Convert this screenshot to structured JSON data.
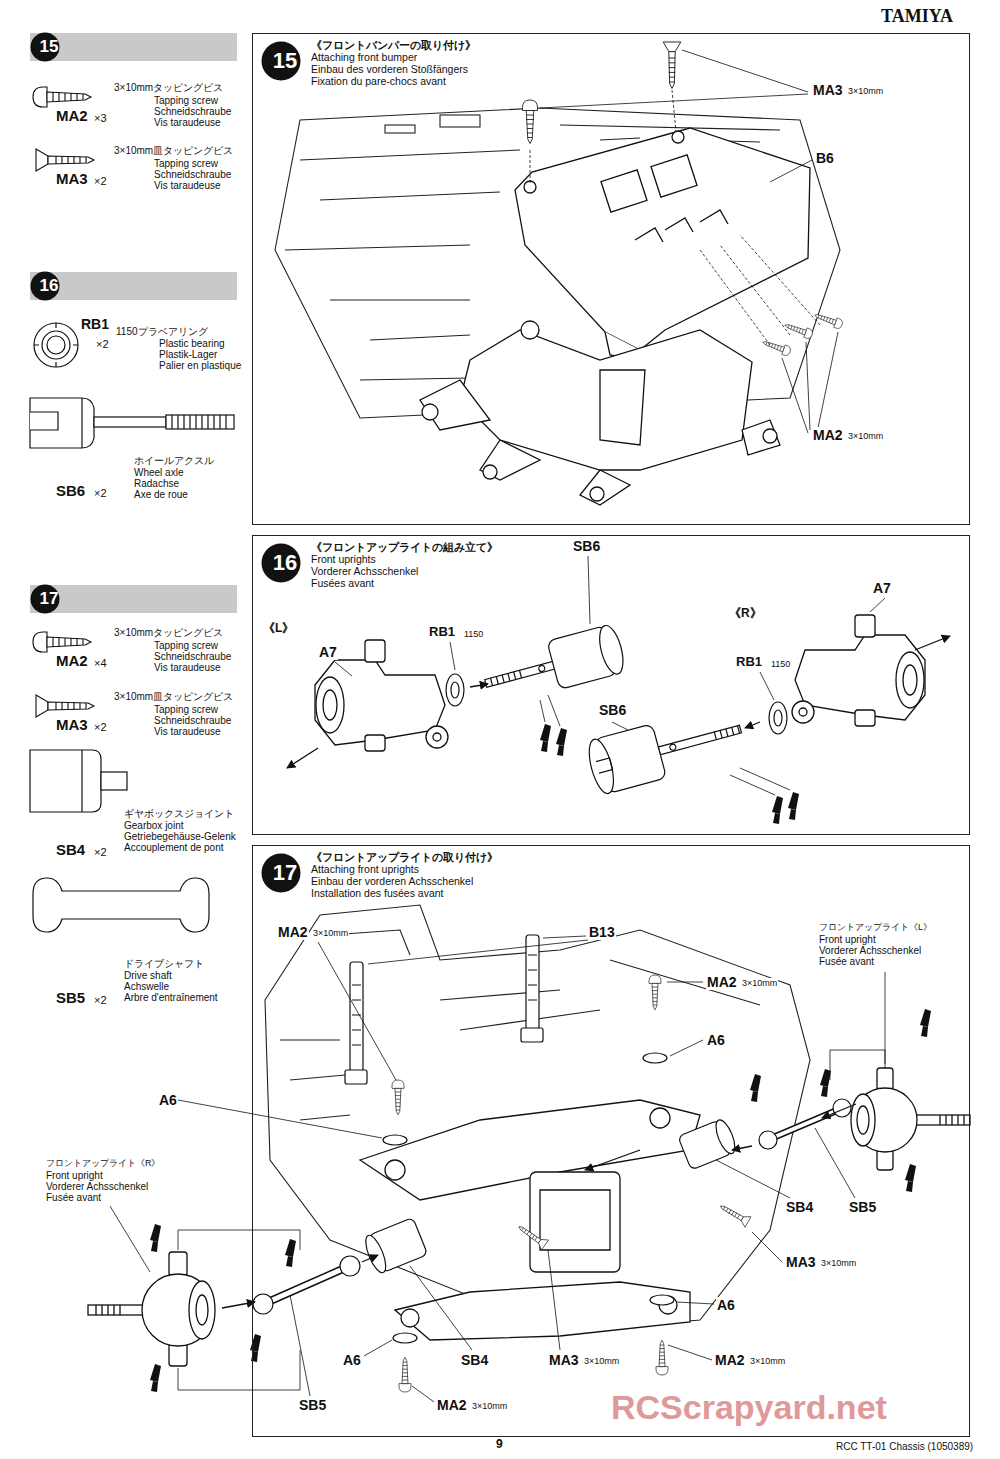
{
  "diagram": {
    "nodes": [
      {
        "text": [
          "15"
        ]
      },
      {
        "text": [
          "《フロントバンパーの取り付け》",
          "Attaching front bumper",
          "Einbau des vorderen Stoßfängers",
          "Fixation du pare-chocs avant"
        ]
      },
      {
        "text": [
          "15"
        ],
        "in": 1
      },
      {
        "text": [
          "16"
        ]
      },
      {
        "text": [
          "《フロントアップライトの組み立て》",
          "Front uprights",
          "Vorderer Achsschenkel",
          "Fusées avant"
        ]
      },
      {
        "text": [
          "16"
        ],
        "in": 4
      },
      {
        "text": [
          "17"
        ]
      },
      {
        "text": [
          "《フロントアップライトの取り付け》",
          "Attaching front uprights",
          "Einbau der vorderen Achsschenkel",
          "Installation des fusées avant"
        ]
      },
      {
        "text": [
          "17"
        ],
        "in": 7
      }
    ],
    "labels": [
      "TAMIYA",
      "3×10mmタッピングビス",
      "Tapping screw",
      "Schneidschraube",
      "Vis taraudeuse",
      "MA2",
      "×3",
      "3×10mm皿タッピングビス",
      "Tapping screw",
      "Schneidschraube",
      "Vis taraudeuse",
      "MA3",
      "×2",
      "RB1",
      "1150プラベアリング",
      "×2",
      "Plastic bearing",
      "Plastik-Lager",
      "Palier en plastique",
      "ホイールアクスル",
      "Wheel axle",
      "Radachse",
      "Axe de roue",
      "SB6",
      "×2",
      "3×10mmタッピングビス",
      "Tapping screw",
      "Schneidschraube",
      "Vis taraudeuse",
      "MA2",
      "×4",
      "3×10mm皿タッピングビス",
      "Tapping screw",
      "Schneidschraube",
      "Vis taraudeuse",
      "MA3",
      "×2",
      "ギヤボックスジョイント",
      "Gearbox joint",
      "Getriebegehäuse-Gelenk",
      "Accouplement de pont",
      "SB4",
      "×2",
      "ドライブシャフト",
      "Drive shaft",
      "Achswelle",
      "Arbre d'entraînement",
      "SB5",
      "×2",
      "MA3",
      "3×10mm",
      "B6",
      "MA2",
      "3×10mm",
      "SB6",
      "RB1",
      "1150",
      "《L》",
      "A7",
      "《R》",
      "A7",
      "RB1",
      "1150",
      "SB6",
      "MA2",
      "3×10mm",
      "B13",
      "フロントアップライト《L》",
      "Front upright",
      "Vorderer Achsschenkel",
      "Fusée avant",
      "MA2",
      "3×10mm",
      "A6",
      "A6",
      "フロントアップライト《R》",
      "Front upright",
      "Vorderer Achsschenkel",
      "Fusée avant",
      "SB4",
      "SB5",
      "MA3",
      "3×10mm",
      "A6",
      "A6",
      "SB4",
      "MA3",
      "3×10mm",
      "MA2",
      "3×10mm",
      "SB5",
      "MA2",
      "3×10mm",
      "9",
      "RCC TT-01 Chassis (1050389)",
      "RCScrapyard.net"
    ]
  }
}
